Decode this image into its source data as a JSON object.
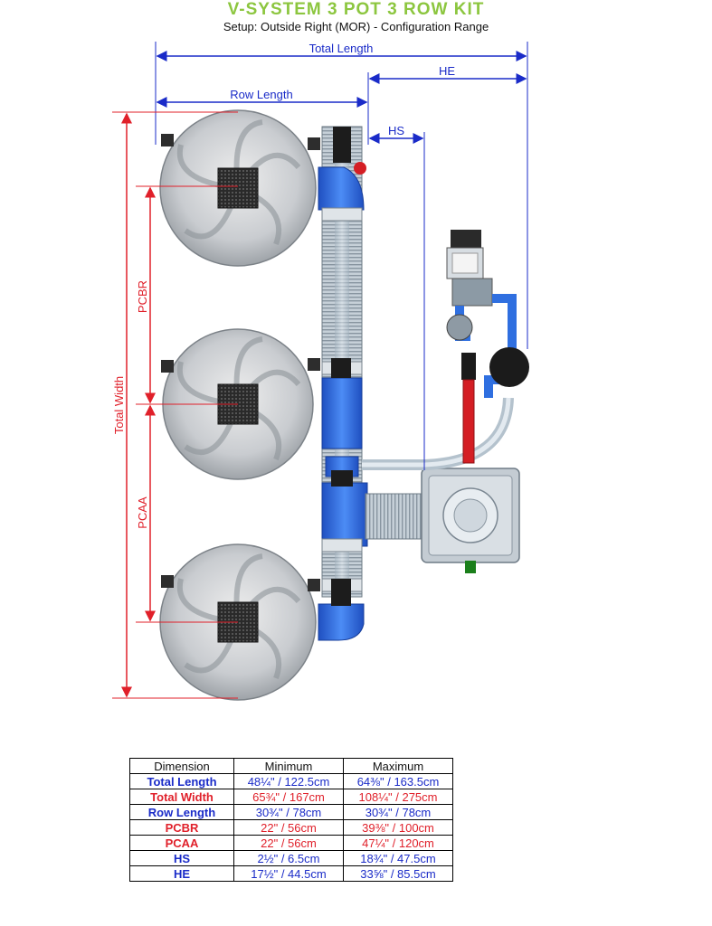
{
  "header": {
    "title": "V-SYSTEM 3 POT 3 ROW KIT",
    "subtitle": "Setup: Outside Right (MOR) - Configuration Range"
  },
  "dimension_labels": {
    "total_length": "Total Length",
    "he": "HE",
    "row_length": "Row Length",
    "hs": "HS",
    "total_width": "Total Width",
    "pcbr": "PCBR",
    "pcaa": "PCAA"
  },
  "colors": {
    "title_green": "#8cc63f",
    "blue_dimension": "#1a2bc8",
    "red_dimension": "#e0202a",
    "pipe_blue": "#2f6fe0",
    "pipe_red": "#d41e24"
  },
  "table": {
    "headers": [
      "Dimension",
      "Minimum",
      "Maximum"
    ],
    "rows": [
      {
        "name": "Total Length",
        "min": "48¼\" / 122.5cm",
        "max": "64⅜\" / 163.5cm",
        "color": "#1a2bc8"
      },
      {
        "name": "Total Width",
        "min": "65¾\" / 167cm",
        "max": "108¼\" / 275cm",
        "color": "#e0202a"
      },
      {
        "name": "Row Length",
        "min": "30¾\" / 78cm",
        "max": "30¾\" / 78cm",
        "color": "#1a2bc8"
      },
      {
        "name": "PCBR",
        "min": "22\" / 56cm",
        "max": "39⅜\" / 100cm",
        "color": "#e0202a"
      },
      {
        "name": "PCAA",
        "min": "22\" / 56cm",
        "max": "47¼\" / 120cm",
        "color": "#e0202a"
      },
      {
        "name": "HS",
        "min": "2½\" / 6.5cm",
        "max": "18¾\" / 47.5cm",
        "color": "#1a2bc8"
      },
      {
        "name": "HE",
        "min": "17½\" / 44.5cm",
        "max": "33⅝\" / 85.5cm",
        "color": "#1a2bc8"
      }
    ]
  }
}
